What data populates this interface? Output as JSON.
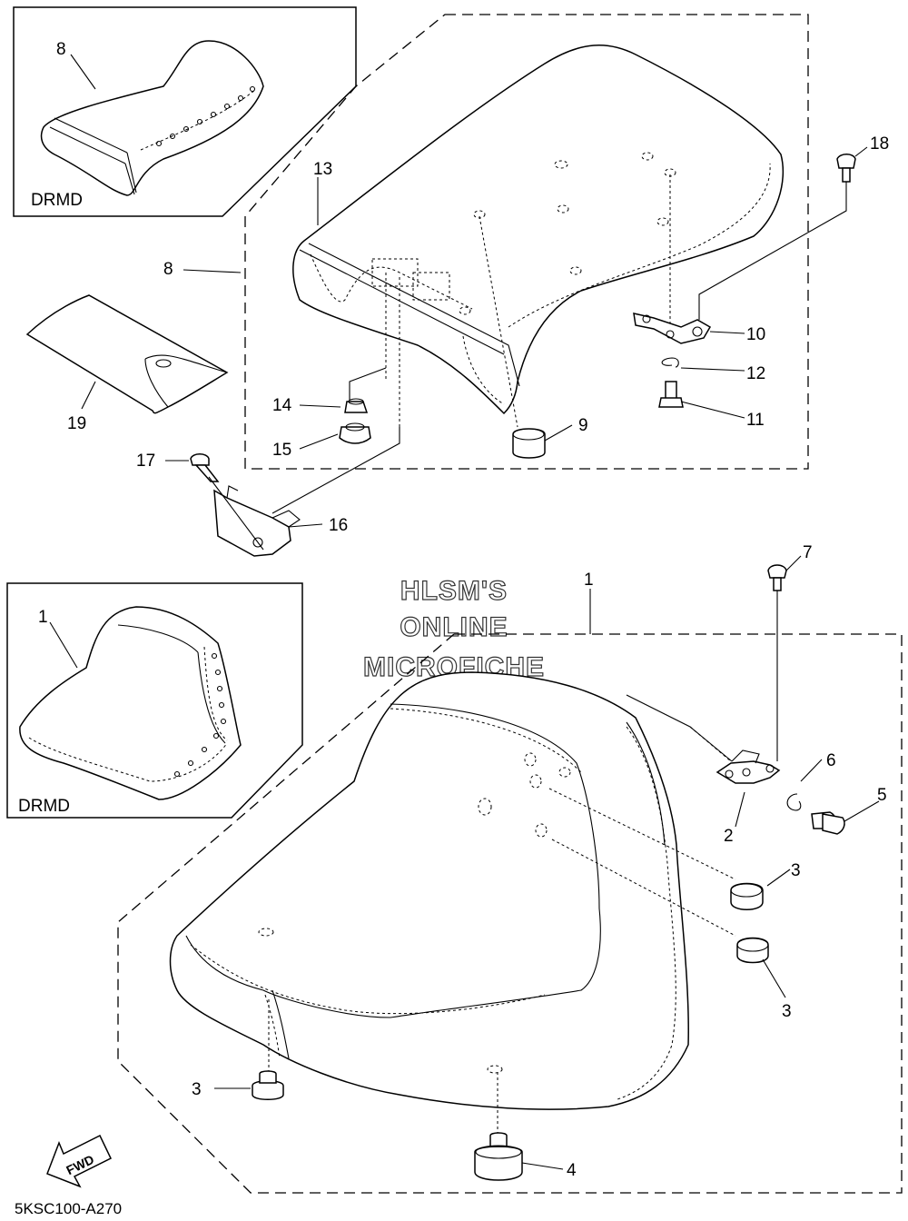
{
  "diagram": {
    "watermark": [
      "HLSM'S",
      "ONLINE",
      "MICROFICHE"
    ],
    "drawing_code": "5KSC100-A270",
    "fwd_label": "FWD",
    "drmd_label": "DRMD",
    "callouts": {
      "c1_top": "1",
      "c1_inset": "1",
      "c2": "2",
      "c3_a": "3",
      "c3_b": "3",
      "c3_c": "3",
      "c4": "4",
      "c5": "5",
      "c6": "6",
      "c7": "7",
      "c8_inset": "8",
      "c8_side": "8",
      "c9": "9",
      "c10": "10",
      "c11": "11",
      "c12": "12",
      "c13": "13",
      "c14": "14",
      "c15": "15",
      "c16": "16",
      "c17": "17",
      "c18": "18",
      "c19": "19"
    }
  }
}
